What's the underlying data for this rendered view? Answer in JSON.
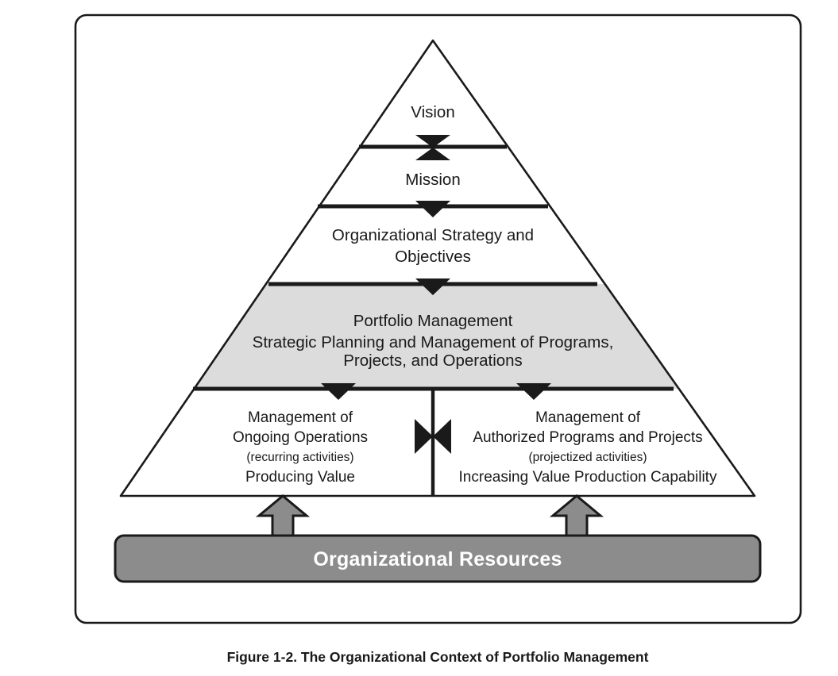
{
  "figure": {
    "caption": "Figure 1-2. The Organizational Context of Portfolio Management"
  },
  "colors": {
    "outline": "#1a1a1a",
    "band_fill": "#dcdcdc",
    "resources_fill": "#8c8c8c",
    "resources_text": "#ffffff",
    "page_background": "#ffffff"
  },
  "pyramid": {
    "levels": [
      {
        "id": "vision",
        "label": "Vision"
      },
      {
        "id": "mission",
        "label": "Mission"
      },
      {
        "id": "strategy",
        "line1": "Organizational Strategy and",
        "line2": "Objectives"
      },
      {
        "id": "portfolio-management",
        "line1": "Portfolio Management",
        "line2": "Strategic Planning and Management of Programs,",
        "line3": "Projects, and Operations"
      }
    ],
    "base_left": {
      "id": "ongoing-operations",
      "line1": "Management of",
      "line2": "Ongoing Operations",
      "line3": "(recurring activities)",
      "line4": "Producing Value"
    },
    "base_right": {
      "id": "authorized-programs-projects",
      "line1": "Management of",
      "line2": "Authorized Programs and Projects",
      "line3": "(projectized activities)",
      "line4": "Increasing Value Production Capability"
    },
    "connectors": [
      {
        "id": "vision-mission-bowtie",
        "icon": "bowtie-vertical-icon"
      },
      {
        "id": "mission-strategy-arrow",
        "icon": "arrow-down-icon"
      },
      {
        "id": "strategy-portfolio-arrow",
        "icon": "arrow-down-icon"
      },
      {
        "id": "portfolio-operations-arrow",
        "icon": "arrow-down-icon"
      },
      {
        "id": "portfolio-projects-arrow",
        "icon": "arrow-down-icon"
      },
      {
        "id": "operations-projects-bowtie",
        "icon": "bowtie-horizontal-icon"
      }
    ]
  },
  "resources": {
    "label": "Organizational Resources",
    "feed_arrows": [
      {
        "id": "resources-arrow-left",
        "icon": "arrow-up-icon"
      },
      {
        "id": "resources-arrow-right",
        "icon": "arrow-up-icon"
      }
    ]
  }
}
